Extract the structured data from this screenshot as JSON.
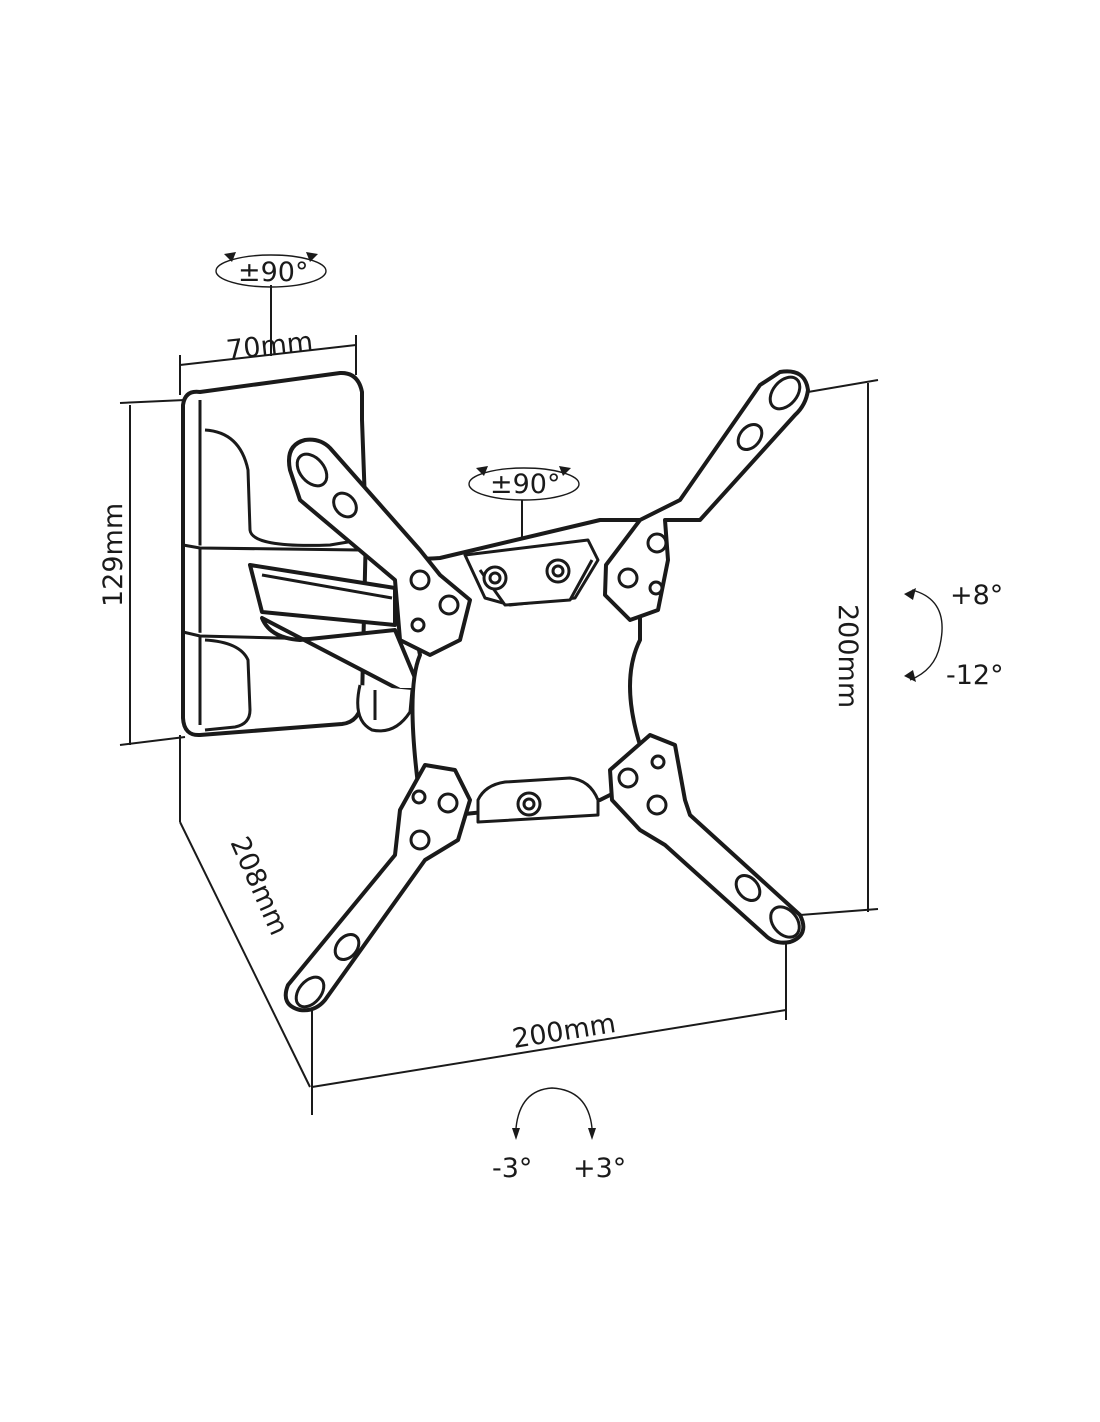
{
  "labels": {
    "top_rotation": "±90°",
    "width_top": "70mm",
    "height_left": "129mm",
    "center_rotation": "±90°",
    "tilt_up": "+8°",
    "tilt_down": "-12°",
    "vesa_height": "200mm",
    "depth": "208mm",
    "vesa_width": "200mm",
    "level_minus": "-3°",
    "level_plus": "+3°"
  }
}
